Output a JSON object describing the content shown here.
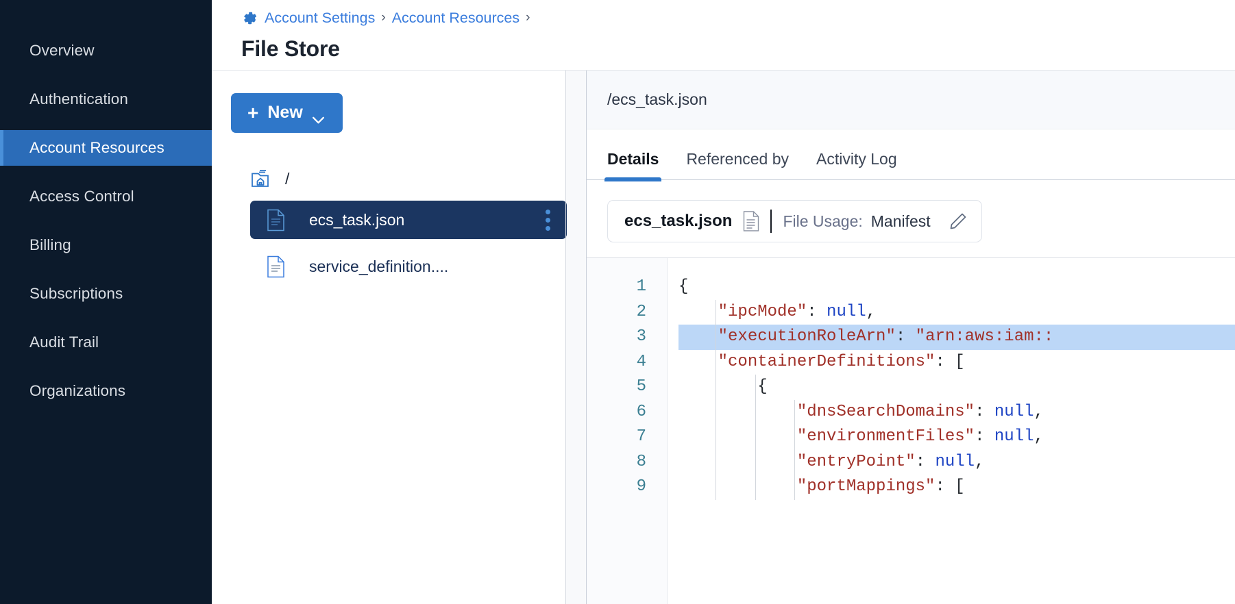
{
  "sidebar": {
    "items": [
      {
        "label": "Overview",
        "active": false
      },
      {
        "label": "Authentication",
        "active": false
      },
      {
        "label": "Account Resources",
        "active": true
      },
      {
        "label": "Access Control",
        "active": false
      },
      {
        "label": "Billing",
        "active": false
      },
      {
        "label": "Subscriptions",
        "active": false
      },
      {
        "label": "Audit Trail",
        "active": false
      },
      {
        "label": "Organizations",
        "active": false
      }
    ]
  },
  "header": {
    "gear_icon": "gear-icon",
    "breadcrumb": [
      {
        "label": "Account Settings"
      },
      {
        "label": "Account Resources"
      }
    ],
    "separator": "›",
    "title": "File Store"
  },
  "tree_panel": {
    "new_button": {
      "plus": "+",
      "label": "New",
      "chevron": "chevron-down-icon"
    },
    "root": {
      "icon": "folder-home-icon",
      "label": "/"
    },
    "files": [
      {
        "name": "ecs_task.json",
        "icon": "file-json-icon",
        "selected": true,
        "menu": "kebab-menu-icon"
      },
      {
        "name": "service_definition....",
        "icon": "file-json-icon",
        "selected": false
      }
    ]
  },
  "detail_panel": {
    "path": "/ecs_task.json",
    "tabs": [
      {
        "label": "Details",
        "active": true
      },
      {
        "label": "Referenced by",
        "active": false
      },
      {
        "label": "Activity Log",
        "active": false
      }
    ],
    "usage_chip": {
      "file_name": "ecs_task.json",
      "doc_icon": "document-icon",
      "label": "File Usage:",
      "value": "Manifest",
      "edit_icon": "pencil-icon"
    }
  },
  "editor": {
    "line_numbers": [
      "1",
      "2",
      "3",
      "4",
      "5",
      "6",
      "7",
      "8",
      "9"
    ],
    "lines": [
      {
        "n": 1,
        "indent": 0,
        "highlight": false,
        "tokens": [
          {
            "t": "p",
            "x": "{"
          }
        ]
      },
      {
        "n": 2,
        "indent": 1,
        "highlight": false,
        "tokens": [
          {
            "t": "k",
            "x": "\"ipcMode\""
          },
          {
            "t": "p",
            "x": ": "
          },
          {
            "t": "v",
            "x": "null"
          },
          {
            "t": "p",
            "x": ","
          }
        ]
      },
      {
        "n": 3,
        "indent": 1,
        "highlight": true,
        "tokens": [
          {
            "t": "k",
            "x": "\"executionRoleArn\""
          },
          {
            "t": "p",
            "x": ": "
          },
          {
            "t": "s",
            "x": "\"arn:aws:iam::"
          }
        ]
      },
      {
        "n": 4,
        "indent": 1,
        "highlight": false,
        "tokens": [
          {
            "t": "k",
            "x": "\"containerDefinitions\""
          },
          {
            "t": "p",
            "x": ": ["
          }
        ]
      },
      {
        "n": 5,
        "indent": 2,
        "highlight": false,
        "tokens": [
          {
            "t": "p",
            "x": "{"
          }
        ]
      },
      {
        "n": 6,
        "indent": 3,
        "highlight": false,
        "tokens": [
          {
            "t": "k",
            "x": "\"dnsSearchDomains\""
          },
          {
            "t": "p",
            "x": ": "
          },
          {
            "t": "v",
            "x": "null"
          },
          {
            "t": "p",
            "x": ","
          }
        ]
      },
      {
        "n": 7,
        "indent": 3,
        "highlight": false,
        "tokens": [
          {
            "t": "k",
            "x": "\"environmentFiles\""
          },
          {
            "t": "p",
            "x": ": "
          },
          {
            "t": "v",
            "x": "null"
          },
          {
            "t": "p",
            "x": ","
          }
        ]
      },
      {
        "n": 8,
        "indent": 3,
        "highlight": false,
        "tokens": [
          {
            "t": "k",
            "x": "\"entryPoint\""
          },
          {
            "t": "p",
            "x": ": "
          },
          {
            "t": "v",
            "x": "null"
          },
          {
            "t": "p",
            "x": ","
          }
        ]
      },
      {
        "n": 9,
        "indent": 3,
        "highlight": false,
        "tokens": [
          {
            "t": "k",
            "x": "\"portMappings\""
          },
          {
            "t": "p",
            "x": ": ["
          }
        ]
      }
    ]
  },
  "colors": {
    "sidebar_bg": "#0c1a2b",
    "accent_blue": "#2f77c9",
    "active_nav": "#2b6cb8",
    "selected_row": "#1b3661",
    "link_blue": "#3b7ddd",
    "code_key": "#a03028",
    "code_value": "#1f45c4",
    "line_number": "#3b7f92",
    "highlight_line": "#bcd7f7"
  }
}
